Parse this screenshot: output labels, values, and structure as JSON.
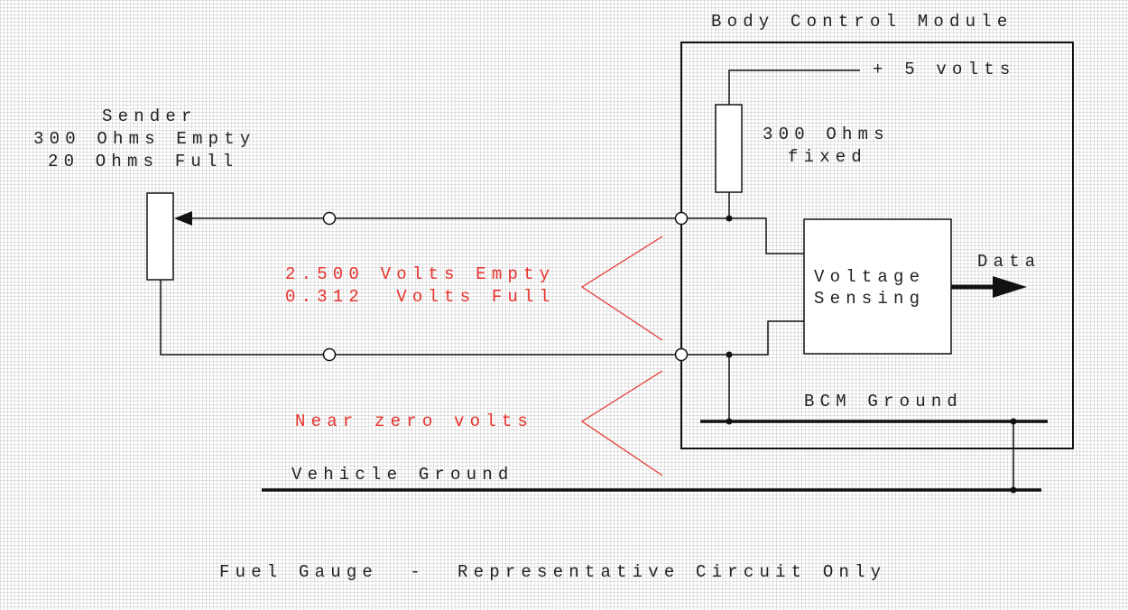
{
  "labels": {
    "bcm_title": "Body Control Module",
    "plus_5v": "+ 5 volts",
    "sender_title": "Sender",
    "sender_empty": "300 Ohms Empty",
    "sender_full": "20 Ohms Full",
    "fixed_res_1": "300 Ohms",
    "fixed_res_2": "fixed",
    "voltage_sensing_1": "Voltage",
    "voltage_sensing_2": "Sensing",
    "data": "Data",
    "volts_empty": "2.500 Volts Empty",
    "volts_full": "0.312  Volts Full",
    "near_zero": "Near zero volts",
    "bcm_ground": "BCM Ground",
    "vehicle_ground": "Vehicle Ground",
    "caption": "Fuel Gauge  -  Representative Circuit Only"
  },
  "colors": {
    "line": "#111111",
    "annotation": "#e8322b",
    "background": "#ffffff",
    "grid": "#e6e6e6"
  }
}
